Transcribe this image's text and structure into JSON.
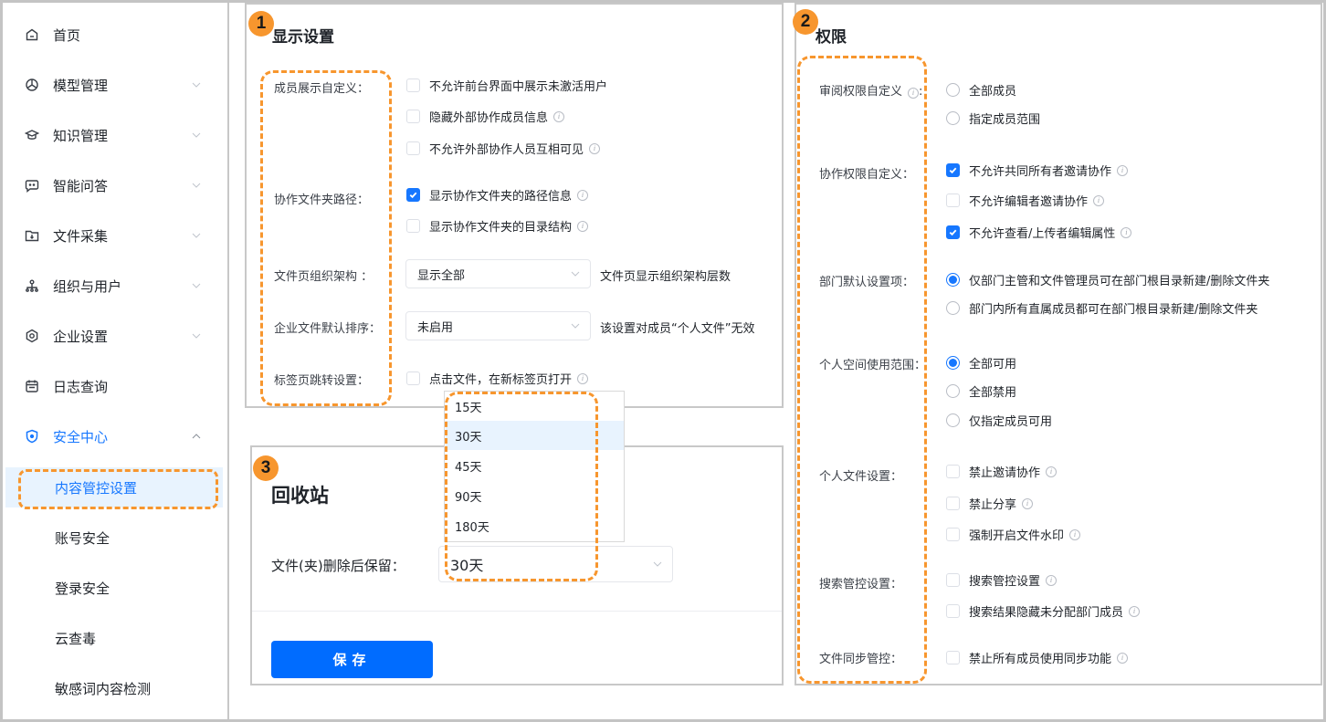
{
  "sidebar": {
    "items": [
      {
        "label": "首页",
        "icon": "home-icon",
        "has_chevron": false
      },
      {
        "label": "模型管理",
        "icon": "model-icon",
        "has_chevron": true
      },
      {
        "label": "知识管理",
        "icon": "graduation-cap-icon",
        "has_chevron": true
      },
      {
        "label": "智能问答",
        "icon": "chat-bot-icon",
        "has_chevron": true
      },
      {
        "label": "文件采集",
        "icon": "folder-download-icon",
        "has_chevron": true
      },
      {
        "label": "组织与用户",
        "icon": "org-tree-icon",
        "has_chevron": true
      },
      {
        "label": "企业设置",
        "icon": "gear-icon",
        "has_chevron": true
      },
      {
        "label": "日志查询",
        "icon": "calendar-log-icon",
        "has_chevron": false
      },
      {
        "label": "安全中心",
        "icon": "shield-icon",
        "has_chevron": true,
        "expanded": true,
        "active": true
      }
    ],
    "sub_items": [
      {
        "label": "内容管控设置",
        "selected": true
      },
      {
        "label": "账号安全"
      },
      {
        "label": "登录安全"
      },
      {
        "label": "云查毒"
      },
      {
        "label": "敏感词内容检测"
      }
    ]
  },
  "display_settings": {
    "badge": "1",
    "title": "显示设置",
    "member_display": {
      "label": "成员展示自定义：",
      "options": [
        {
          "text": "不允许前台界面中展示未激活用户",
          "checked": false,
          "info": false
        },
        {
          "text": "隐藏外部协作成员信息",
          "checked": false,
          "info": true
        },
        {
          "text": "不允许外部协作人员互相可见",
          "checked": false,
          "info": true
        }
      ]
    },
    "collab_folder_path": {
      "label": "协作文件夹路径：",
      "options": [
        {
          "text": "显示协作文件夹的路径信息",
          "checked": true,
          "info": true
        },
        {
          "text": "显示协作文件夹的目录结构",
          "checked": false,
          "info": true
        }
      ]
    },
    "file_page_org": {
      "label": "文件页组织架构 ：",
      "value": "显示全部",
      "hint": "文件页显示组织架构层数"
    },
    "default_sort": {
      "label": "企业文件默认排序：",
      "value": "未启用",
      "hint": "该设置对成员“个人文件”无效"
    },
    "tab_jump": {
      "label": "标签页跳转设置：",
      "option": {
        "text": "点击文件，在新标签页打开",
        "checked": false,
        "info": true
      }
    }
  },
  "permissions": {
    "badge": "2",
    "title": "权限",
    "review": {
      "label": "审阅权限自定义",
      "options": [
        {
          "text": "全部成员",
          "checked": false
        },
        {
          "text": "指定成员范围",
          "checked": false
        }
      ]
    },
    "collab": {
      "label": "协作权限自定义：",
      "options": [
        {
          "text": "不允许共同所有者邀请协作",
          "checked": true,
          "info": true
        },
        {
          "text": "不允许编辑者邀请协作",
          "checked": false,
          "info": true
        },
        {
          "text": "不允许查看/上传者编辑属性",
          "checked": true,
          "info": true
        }
      ]
    },
    "department": {
      "label": "部门默认设置项：",
      "options": [
        {
          "text": "仅部门主管和文件管理员可在部门根目录新建/删除文件夹",
          "checked": true
        },
        {
          "text": "部门内所有直属成员都可在部门根目录新建/删除文件夹",
          "checked": false
        }
      ]
    },
    "personal_space": {
      "label": "个人空间使用范围：",
      "options": [
        {
          "text": "全部可用",
          "checked": true
        },
        {
          "text": "全部禁用",
          "checked": false
        },
        {
          "text": "仅指定成员可用",
          "checked": false
        }
      ]
    },
    "personal_file": {
      "label": "个人文件设置：",
      "options": [
        {
          "text": "禁止邀请协作",
          "checked": false,
          "info": true
        },
        {
          "text": "禁止分享",
          "checked": false,
          "info": true
        },
        {
          "text": "强制开启文件水印",
          "checked": false,
          "info": true
        }
      ]
    },
    "search": {
      "label": "搜索管控设置：",
      "options": [
        {
          "text": "搜索管控设置",
          "checked": false,
          "info": true
        },
        {
          "text": "搜索结果隐藏未分配部门成员",
          "checked": false,
          "info": true
        }
      ]
    },
    "sync": {
      "label": "文件同步管控：",
      "options": [
        {
          "text": "禁止所有成员使用同步功能",
          "checked": false,
          "info": true
        }
      ]
    }
  },
  "recycle_bin": {
    "badge": "3",
    "title": "回收站",
    "retention_label": "文件(夹)删除后保留：",
    "retention_value": "30天",
    "dropdown_options": [
      "15天",
      "30天",
      "45天",
      "90天",
      "180天"
    ],
    "dropdown_highlighted": "30天",
    "save_label": "保存"
  },
  "colors": {
    "accent": "#1677ff",
    "save_button": "#006cff",
    "annotation": "#f7962e",
    "selected_bg": "#e8f3fe"
  }
}
